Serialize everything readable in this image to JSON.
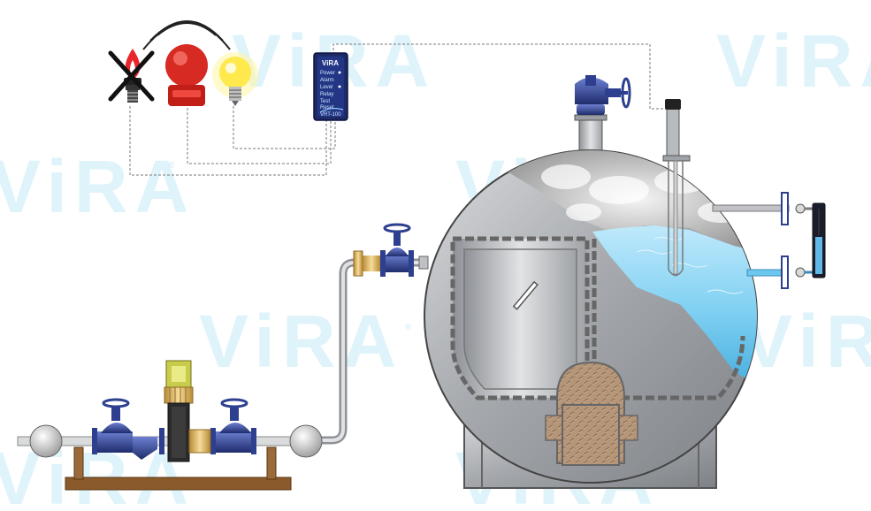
{
  "watermark": {
    "text": "ViRA",
    "reg": "®"
  },
  "controller": {
    "brand": "ViRA",
    "rows": [
      "Power",
      "Alarm",
      "Level",
      "Relay",
      "Test",
      "Reset"
    ],
    "footer": "VRT-100"
  },
  "colors": {
    "watermark": "#dff3fa",
    "vessel_steel": "#a9acaf",
    "water": "#6cc7ef",
    "valve_blue": "#2d3f8e",
    "controller_navy": "#1d2a66",
    "bell_red": "#d62a22",
    "bulb_yellow": "#ffe94d",
    "flange_brass": "#e5be6a",
    "wood_frame": "#8a5a2b",
    "signal_wire": "#7a7a7a"
  },
  "icons": [
    "flame-cutoff-icon",
    "alarm-bell-icon",
    "light-bulb-icon",
    "level-controller-icon",
    "level-probe-icon",
    "gate-valve-icon",
    "pump-icon",
    "pressure-vessel-icon",
    "sight-glass-icon",
    "manhole-icon"
  ]
}
